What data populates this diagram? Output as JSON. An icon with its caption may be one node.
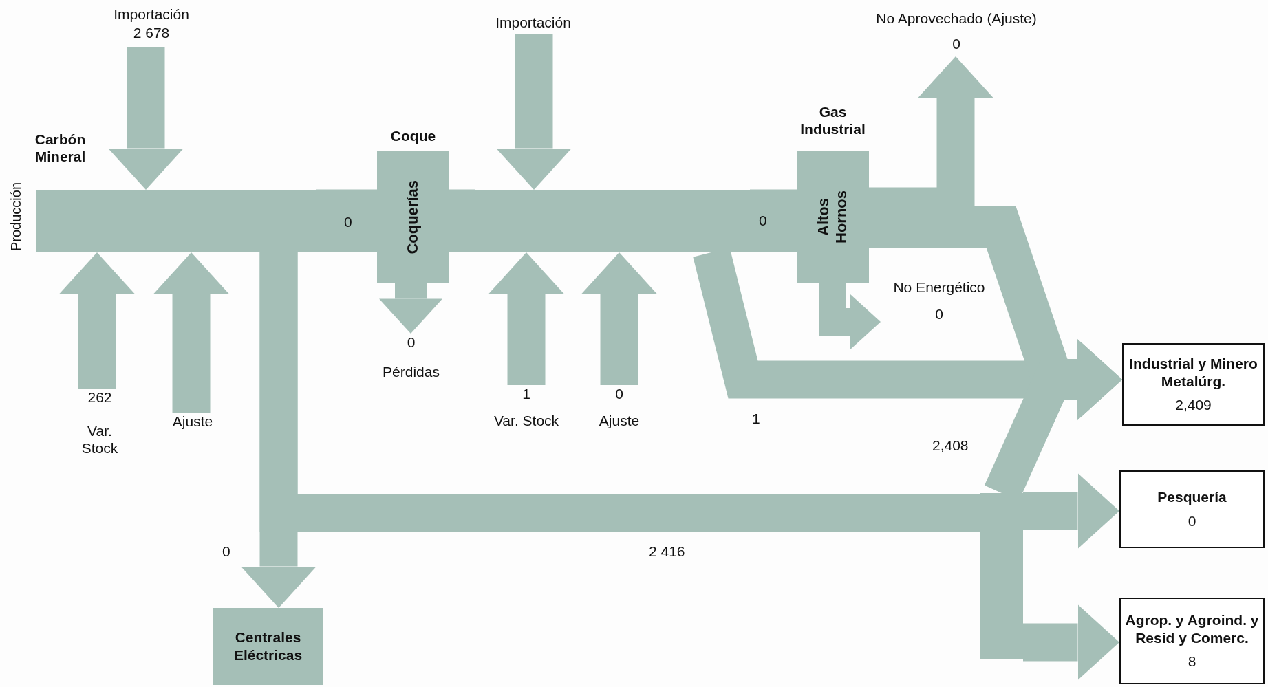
{
  "diagram": {
    "nodes": [
      {
        "text": [
          "Importación",
          "2 678"
        ]
      },
      {
        "text": [
          "Carbón Mineral"
        ],
        "beside": [
          "Producción"
        ]
      },
      {
        "text": [
          "262",
          "Var. Stock"
        ]
      },
      {
        "text": [
          "Ajuste"
        ]
      },
      {
        "text": [
          "Coque",
          "Coquerías"
        ]
      },
      {
        "text": [
          "0",
          "Pérdidas"
        ]
      },
      {
        "text": [
          "Importación"
        ]
      },
      {
        "text": [],
        "shape": "bar"
      },
      {
        "text": [
          "1",
          "Var. Stock"
        ]
      },
      {
        "text": [
          "0",
          "Ajuste"
        ]
      },
      {
        "text": [
          "Gas Industrial",
          "Altos Hornos"
        ]
      },
      {
        "text": [
          "No Aprovechado (Ajuste)",
          "0"
        ]
      },
      {
        "text": [
          "No Energético",
          "0"
        ]
      },
      {
        "text": [
          "Centrales Eléctricas"
        ]
      },
      {
        "text": [],
        "shape": "bar"
      },
      {
        "text": [
          "Industrial y Minero Metalúrg.",
          "2,409"
        ]
      },
      {
        "text": [
          "Pesquería",
          "0"
        ]
      },
      {
        "text": [
          "Agrop. y Agroind. y Resid y Comerc.",
          "8"
        ]
      }
    ],
    "edges": [
      {
        "from": 0,
        "to": 1,
        "arrow": "to"
      },
      {
        "from": 2,
        "to": 1,
        "arrow": "to"
      },
      {
        "from": 3,
        "to": 1,
        "arrow": "to"
      },
      {
        "from": 1,
        "to": 4,
        "arrow": "none",
        "label": "0"
      },
      {
        "from": 1,
        "to": 13,
        "arrow": "to",
        "label": "0"
      },
      {
        "from": 1,
        "to": 14,
        "arrow": "none",
        "label": "2 416"
      },
      {
        "from": 4,
        "to": 5,
        "arrow": "to"
      },
      {
        "from": 4,
        "to": 7,
        "arrow": "none"
      },
      {
        "from": 6,
        "to": 7,
        "arrow": "to"
      },
      {
        "from": 8,
        "to": 7,
        "arrow": "to"
      },
      {
        "from": 9,
        "to": 7,
        "arrow": "to"
      },
      {
        "from": 7,
        "to": 10,
        "arrow": "none",
        "label": "0"
      },
      {
        "from": 7,
        "to": 15,
        "arrow": "to",
        "label": "1"
      },
      {
        "from": 10,
        "to": 11,
        "arrow": "to"
      },
      {
        "from": 10,
        "to": 12,
        "arrow": "to"
      },
      {
        "from": 10,
        "to": 15,
        "arrow": "to"
      },
      {
        "from": 14,
        "to": 15,
        "arrow": "to",
        "label": "2,408"
      },
      {
        "from": 14,
        "to": 16,
        "arrow": "to"
      },
      {
        "from": 14,
        "to": 17,
        "arrow": "to"
      }
    ]
  }
}
